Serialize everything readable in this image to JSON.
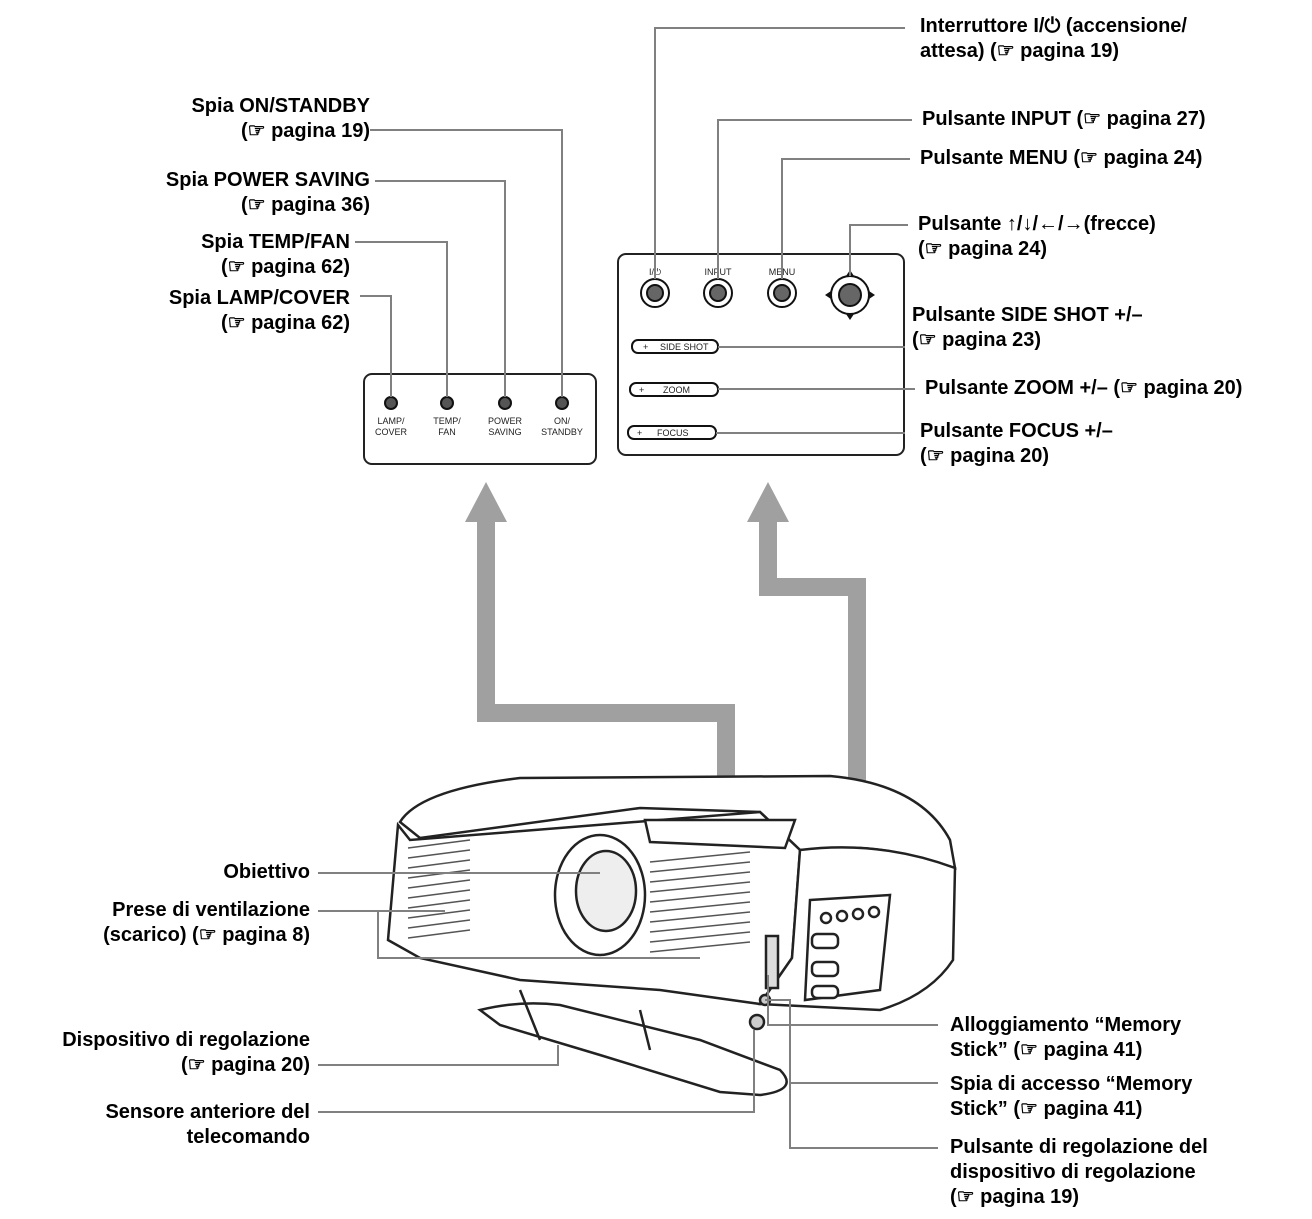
{
  "left_panel": {
    "indicators": [
      {
        "label": "LAMP/\nCOVER",
        "l1": "LAMP/",
        "l2": "COVER"
      },
      {
        "label": "TEMP/\nFAN",
        "l1": "TEMP/",
        "l2": "FAN"
      },
      {
        "label": "POWER\nSAVING",
        "l1": "POWER",
        "l2": "SAVING"
      },
      {
        "label": "ON/\nSTANDBY",
        "l1": "ON/",
        "l2": "STANDBY"
      }
    ]
  },
  "right_panel": {
    "button_labels": [
      "I/⏻",
      "INPUT",
      "MENU"
    ],
    "bars": [
      {
        "sign": "+",
        "text": "SIDE SHOT"
      },
      {
        "sign": "+",
        "text": "ZOOM"
      },
      {
        "sign": "+",
        "text": "FOCUS"
      }
    ]
  },
  "callouts": {
    "on_standby": {
      "line1": "Spia ON/STANDBY",
      "line2": "(☞ pagina 19)"
    },
    "power_saving": {
      "line1": "Spia POWER SAVING",
      "line2": "(☞ pagina 36)"
    },
    "temp_fan": {
      "line1": "Spia TEMP/FAN",
      "line2": "(☞ pagina 62)"
    },
    "lamp_cover": {
      "line1": "Spia LAMP/COVER",
      "line2": "(☞ pagina 62)"
    },
    "power_switch": {
      "line1": "Interruttore I/⏻ (accensione/",
      "line2": "attesa) (☞ pagina 19)"
    },
    "input_button": {
      "line1": "Pulsante INPUT (☞ pagina 27)"
    },
    "menu_button": {
      "line1": "Pulsante MENU (☞ pagina 24)"
    },
    "arrow_buttons": {
      "line1": "Pulsante ↑/↓/←/→(frecce)",
      "line2": "(☞ pagina 24)"
    },
    "side_shot": {
      "line1": "Pulsante SIDE SHOT +/–",
      "line2": "(☞ pagina 23)"
    },
    "zoom": {
      "line1": "Pulsante ZOOM +/– (☞ pagina 20)"
    },
    "focus": {
      "line1": "Pulsante FOCUS +/–",
      "line2": "(☞ pagina 20)"
    },
    "lens": {
      "line1": "Obiettivo"
    },
    "vents": {
      "line1": "Prese di ventilazione",
      "line2": "(scarico) (☞ pagina 8)"
    },
    "adjuster": {
      "line1": "Dispositivo di regolazione",
      "line2": "(☞ pagina 20)"
    },
    "remote_sensor": {
      "line1": "Sensore anteriore del",
      "line2": "telecomando"
    },
    "ms_slot": {
      "line1": "Alloggiamento “Memory",
      "line2": "Stick” (☞ pagina 41)"
    },
    "ms_access": {
      "line1": "Spia di accesso “Memory",
      "line2": "Stick” (☞ pagina 41)"
    },
    "adjuster_button": {
      "line1": "Pulsante di regolazione del",
      "line2": "dispositivo di regolazione",
      "line3": "(☞ pagina 19)"
    }
  },
  "colors": {
    "leader": "#808080",
    "big_arrow": "#a0a0a0",
    "outline": "#222222"
  }
}
